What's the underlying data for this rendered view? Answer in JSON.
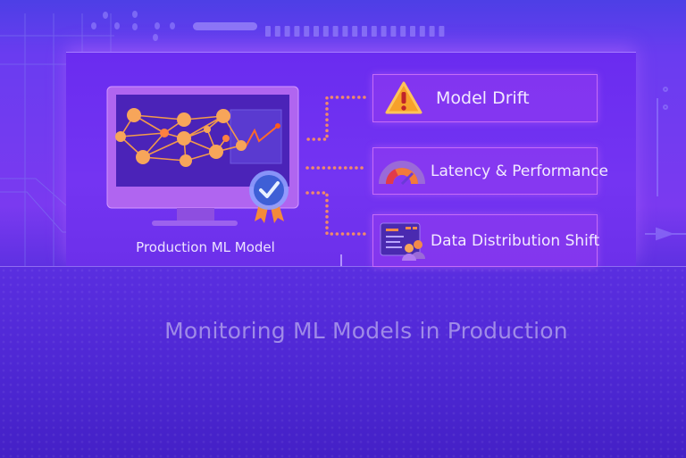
{
  "title": "Monitoring ML Models in Production",
  "model": {
    "label": "Production ML Model"
  },
  "cards": [
    {
      "label": "Model Drift",
      "icon": "warning-icon"
    },
    {
      "label": "Latency & Performance",
      "icon": "gauge-icon"
    },
    {
      "label": "Data Distribution Shift",
      "icon": "dashboard-users-icon"
    }
  ],
  "colors": {
    "accent": "#f29a4a",
    "card_border": "#c56cf5",
    "background": "#5a2ee0"
  }
}
